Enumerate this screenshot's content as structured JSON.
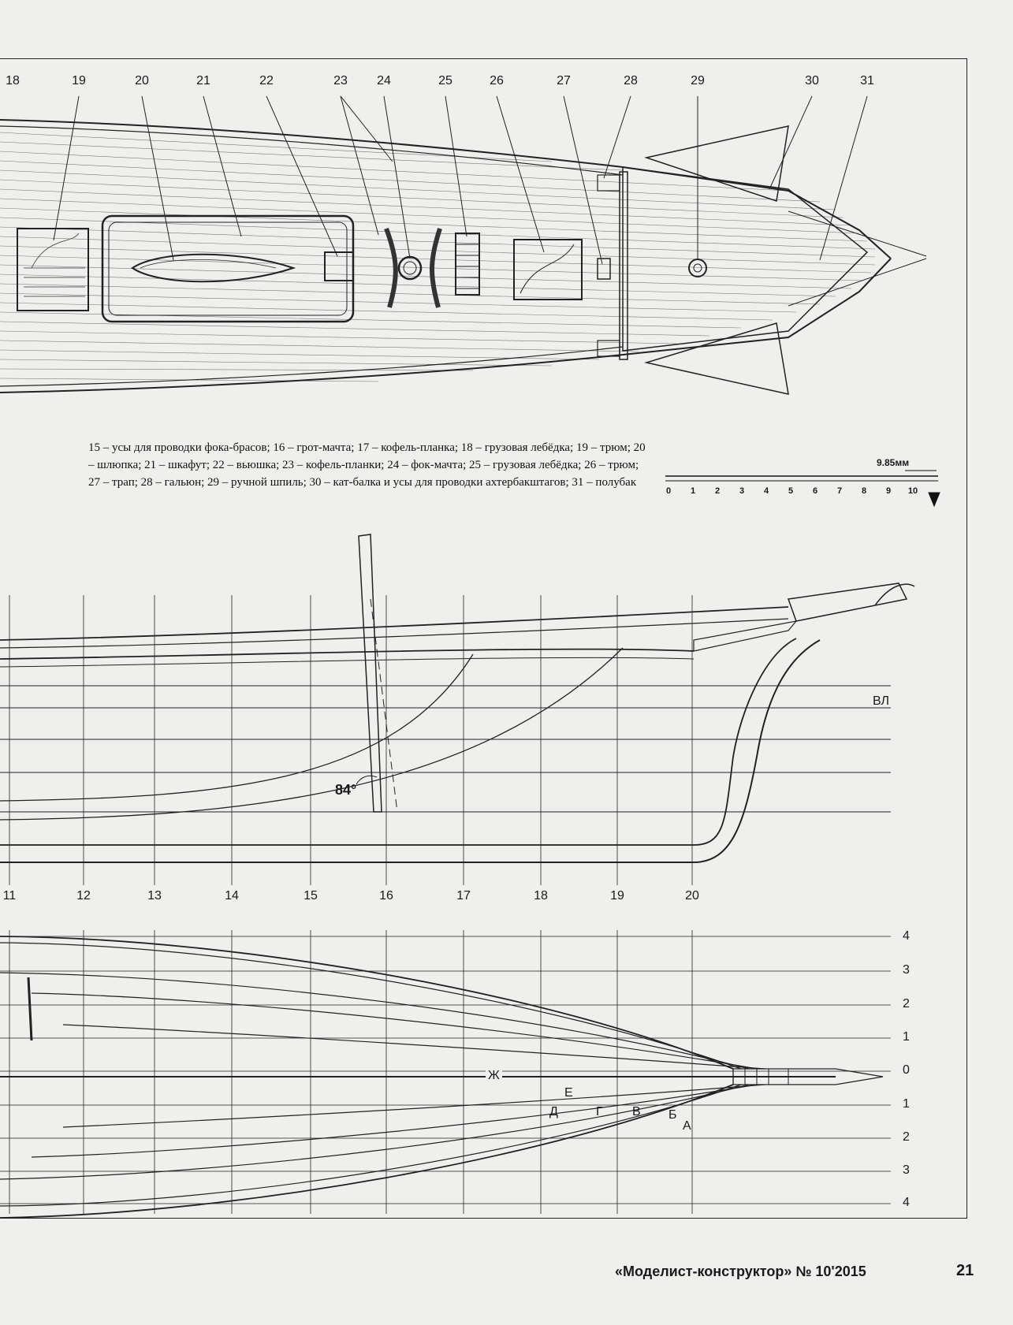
{
  "callouts": [
    "18",
    "19",
    "20",
    "21",
    "22",
    "23",
    "24",
    "25",
    "26",
    "27",
    "28",
    "29",
    "30",
    "31"
  ],
  "legend_text": "15 – усы для проводки фока-брасов; 16 – грот-мачта; 17 – кофель-планка; 18 – грузовая лебёдка; 19 – трюм; 20 – шлюпка; 21 – шкафут; 22 – вьюшка; 23 – кофель-планки; 24 – фок-мачта; 25 – грузовая лебёдка; 26 – трюм; 27 – трап; 28 – гальюн; 29 – ручной шпиль; 30 – кат-балка и усы для проводки ахтербакштагов; 31 – полубак",
  "scale": {
    "title": "9.85мм",
    "ticks": [
      "0",
      "1",
      "2",
      "3",
      "4",
      "5",
      "6",
      "7",
      "8",
      "9",
      "10"
    ]
  },
  "profile": {
    "angle_label": "84°",
    "waterline_label": "ВЛ"
  },
  "stations": [
    "11",
    "12",
    "13",
    "14",
    "15",
    "16",
    "17",
    "18",
    "19",
    "20"
  ],
  "waterlines_right": [
    "4",
    "3",
    "2",
    "1",
    "0",
    "1",
    "2",
    "3",
    "4"
  ],
  "waterline_letters": [
    "Ж",
    "Е",
    "Д",
    "Г",
    "В",
    "Б",
    "А"
  ],
  "footer": {
    "magazine": "«Моделист-конструктор» № 10'2015",
    "page": "21"
  }
}
